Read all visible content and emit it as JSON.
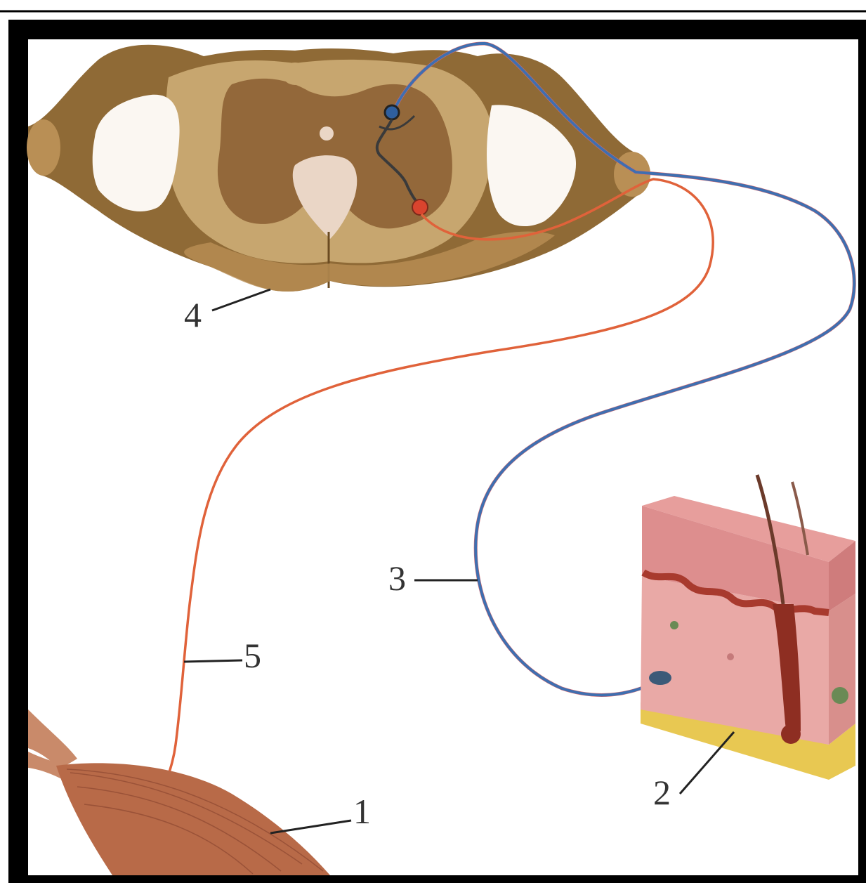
{
  "labels": {
    "l1": "1",
    "l2": "2",
    "l3": "3",
    "l4": "4",
    "l5": "5"
  },
  "colors": {
    "frame": "#000000",
    "cord_outer": "#8f6a36",
    "cord_mid": "#c7a66f",
    "cord_gray": "#93683a",
    "cord_white_matter": "#d8bd8e",
    "sensory_nerve": "#3f6fb0",
    "motor_nerve": "#e0623a",
    "interneuron": "#3a3a3a",
    "skin_epidermis": "#dd8e8e",
    "skin_dermis": "#e9a9a6",
    "skin_fat": "#e8c852",
    "muscle": "#b86a48"
  }
}
